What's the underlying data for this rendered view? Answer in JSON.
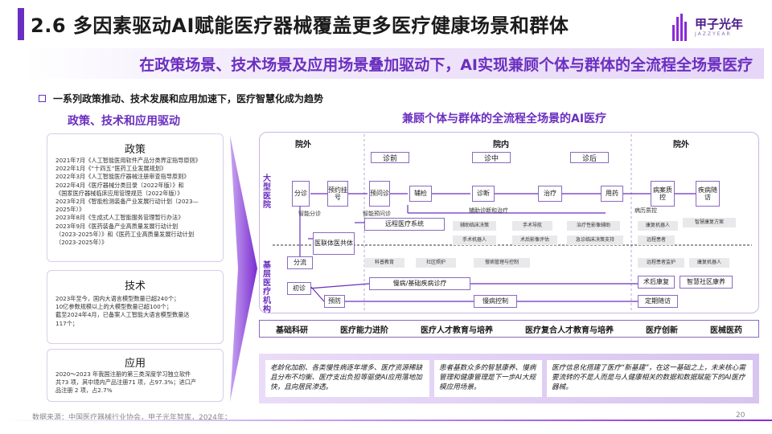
{
  "header": {
    "title": "2.6 多因素驱动AI赋能医疗器械覆盖更多医疗健康场景和群体",
    "subtitle": "在政策场景、技术场景及应用场景叠加驱动下，AI实现兼顾个体与群体的全流程全场景医疗",
    "logo_name": "甲子光年",
    "logo_sub": "JAZZYEAR"
  },
  "bullet": "一系列政策推动、技术发展和应用加速下，医疗智慧化成为趋势",
  "left": {
    "heading": "政策、技术和应用驱动",
    "policy": {
      "title": "政策",
      "lines": [
        "2021年7月《人工智能医用软件产品分类界定指导原则》",
        "2022年1月《“十四五”医药工业发展规划》",
        "2022年3月《人工智能医疗器械注册审查指导原则》",
        "2022年4月《医疗器械分类目录（2022年版）》和",
        "《国家医疗器械临床应用管理规范（2022年版）》",
        "2023年2月《智能检测装备产业发展行动计划（2023—",
        "2025年）》",
        "2023年8月《生成式人工智能服务管理暂行办法》",
        "2023年9月《医药装备产业高质量发展行动计划",
        "（2023-2025年）》和《医药工业高质量发展行动计划",
        "（2023-2025年）》"
      ]
    },
    "tech": {
      "title": "技术",
      "lines": [
        "2023年至今，国内大语言模型数量已超240个；",
        "10亿参数规模以上的大模型数量已超100个；",
        "截至2024年4月，已备案人工智能大语言模型数量达",
        "117个；"
      ]
    },
    "app": {
      "title": "应用",
      "lines": [
        "2020～2023 年我国注册的第三类深度学习独立软件",
        "共73 项，其中境内产品注册71 项，占97.3%；进口产",
        "品注册 2 项，占2.7%"
      ]
    }
  },
  "right": {
    "heading": "兼顾个体与群体的全流程全场景的AI医疗",
    "zones": {
      "out_left": "院外",
      "in": "院内",
      "out_right": "院外"
    },
    "stages": {
      "pre": "诊前",
      "mid": "诊中",
      "post": "诊后"
    },
    "side_labels": {
      "big": "大型医院",
      "base": "基层医疗机构"
    },
    "nodes": {
      "fenzhen": "分诊",
      "yuyue": "预约挂号",
      "yuwen": "预问诊",
      "fujian": "辅检",
      "zhenduan": "诊断",
      "zhiliao": "治疗",
      "yongyao": "用药",
      "bingan": "病案质控",
      "suifang": "疾病随访",
      "yuancheng": "远程医疗系统",
      "yiliantong": "医联体医共体",
      "fenliu": "分流",
      "chuzhen": "初诊",
      "yufang": "预防",
      "manbing": "慢病/基础疾病诊疗",
      "manbing_ctrl": "慢病控制",
      "shuhou": "术后康复",
      "shequ": "智慧社区康养",
      "dingqi": "定期随访"
    },
    "small_labels": {
      "zhineng_fenzhen": "智能分诊",
      "zhineng_yuwen": "智能预问诊",
      "fuzhu_zhenduan": "辅助诊断和治疗",
      "bingli": "病历质控"
    },
    "gray_tags": [
      "辅助临床决策",
      "手术导航",
      "治疗性影像辅助",
      "康复机器人",
      "智慧康复方案",
      "手术机器人",
      "术后影像评估",
      "急诊临床决策支持",
      "远程患者",
      "科普教育",
      "社区照护",
      "慢病管理与控制",
      "远程患者监护",
      "康复机器人"
    ],
    "bottom_bar": [
      "基础科研",
      "医疗能力进阶",
      "医疗人才教育与培养",
      "医疗复合人才教育与培养",
      "医疗创新",
      "医械医药"
    ],
    "cards": [
      "老龄化加剧、各类慢性病逐年增多、医疗资源稀缺且分布不均衡、医疗支出负担等驱使AI应用落地加快，且向居民渗透。",
      "患者基数众多的智慧康养、慢病管理和健康管理是下一步AI大规模应用场景。",
      "医疗信息化搭建了医疗“新基建”，在这一基础之上，未来核心需要流转的不是人而是与人健康相关的数据和数据赋能下的AI医疗器械。"
    ]
  },
  "footer": {
    "source": "数据来源：中国医疗器械行业协会，甲子光年智库，2024年；",
    "page": "20"
  }
}
